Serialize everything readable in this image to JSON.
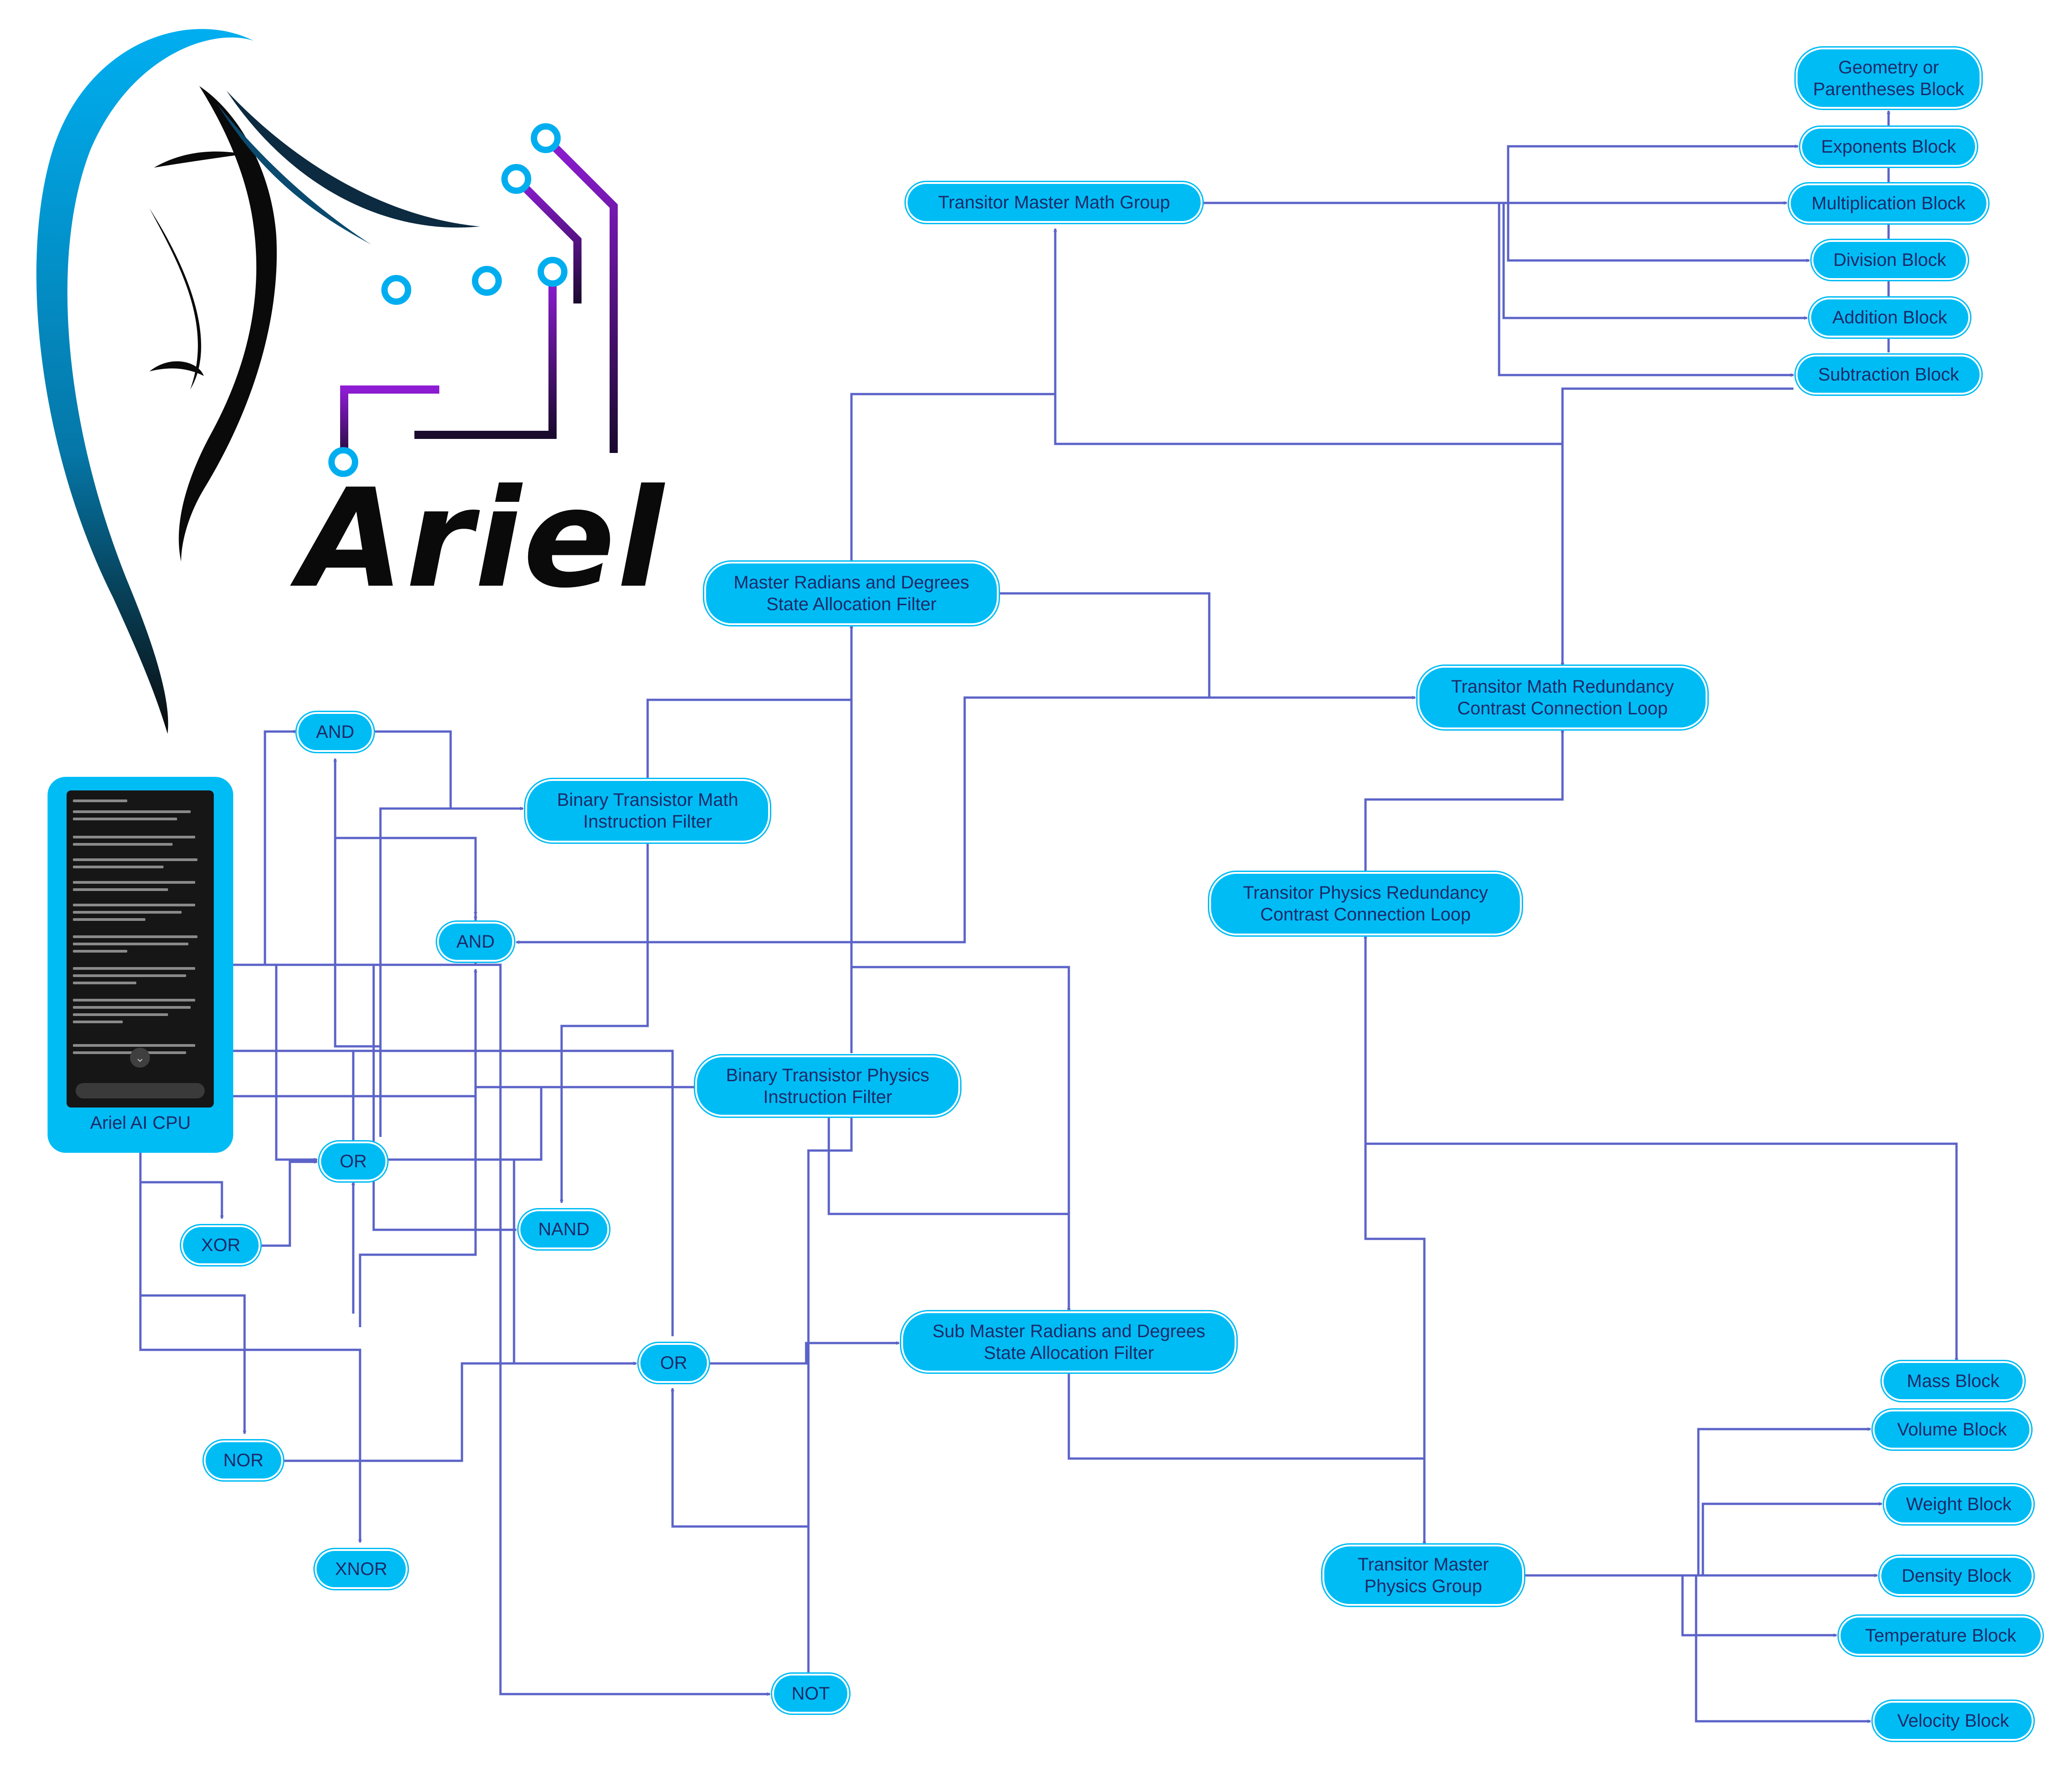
{
  "logo": {
    "text": "Ariel"
  },
  "cpu": {
    "label": "Ariel AI CPU"
  },
  "nodes": {
    "geometry": "Geometry or\nParentheses Block",
    "exponents": "Exponents Block",
    "multiplication": "Multiplication Block",
    "division": "Division Block",
    "addition": "Addition Block",
    "subtraction": "Subtraction Block",
    "math_group": "Transitor Master Math Group",
    "radians": "Master Radians and Degrees\nState Allocation Filter",
    "math_redundancy": "Transitor Math Redundancy\nContrast Connection Loop",
    "physics_redundancy": "Transitor Physics Redundancy\nContrast Connection Loop",
    "bt_math": "Binary Transistor Math\nInstruction Filter",
    "bt_physics": "Binary Transistor Physics\nInstruction Filter",
    "and1": "AND",
    "and2": "AND",
    "or1": "OR",
    "or2": "OR",
    "xor": "XOR",
    "nand": "NAND",
    "nor": "NOR",
    "xnor": "XNOR",
    "not": "NOT",
    "sub_radians": "Sub Master Radians and Degrees\nState Allocation Filter",
    "physics_group": "Transitor Master\nPhysics Group",
    "mass": "Mass Block",
    "volume": "Volume Block",
    "weight": "Weight Block",
    "density": "Density Block",
    "temperature": "Temperature Block",
    "velocity": "Velocity Block"
  },
  "colors": {
    "node_fill": "#00bcf5",
    "edge": "#5b63c8",
    "text": "#1b2a68"
  }
}
